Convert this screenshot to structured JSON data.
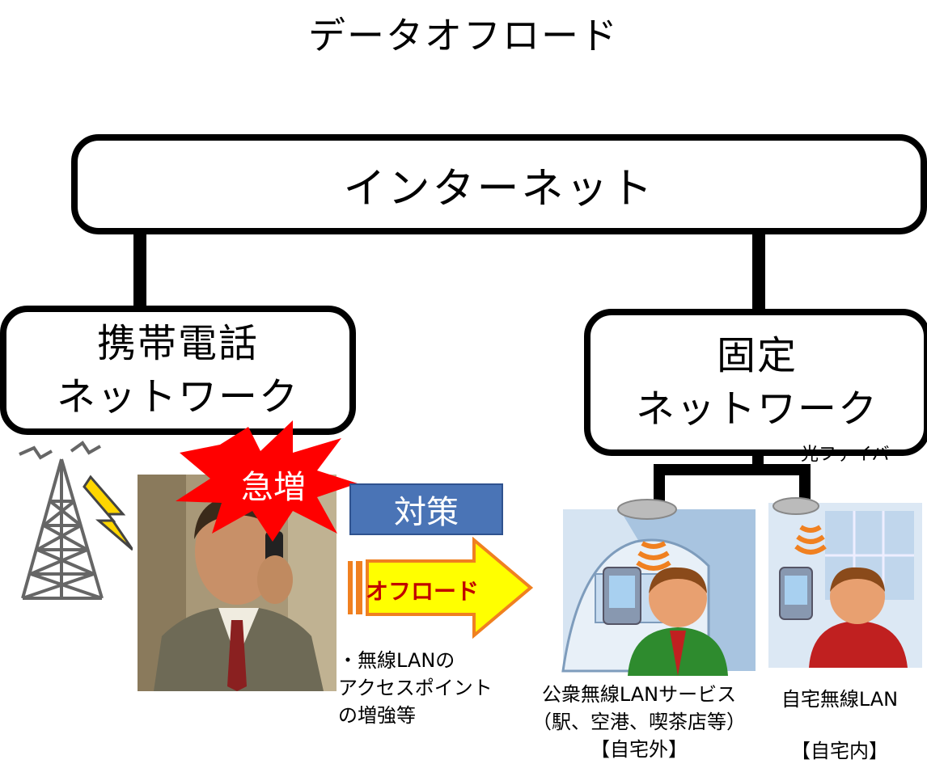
{
  "title": "データオフロード",
  "internet": "インターネット",
  "mobile_network": {
    "line1": "携帯電話",
    "line2": "ネットワーク"
  },
  "fixed_network": {
    "line1": "固定",
    "line2": "ネットワーク"
  },
  "fiber_label": "光ファイバー",
  "surge_label": "急増",
  "countermeasure_label": "対策",
  "offload_label": "オフロード",
  "measure_note": [
    "・無線LANの",
    "アクセスポイント",
    "の増強等"
  ],
  "public_wlan": [
    "公衆無線LANサービス",
    "（駅、空港、喫茶店等）",
    "【自宅外】"
  ],
  "home_wlan": {
    "name": "自宅無線LAN",
    "tag": "【自宅内】"
  },
  "colors": {
    "surge_burst": "#ff0000",
    "countermeasure_box": "#4a74b6",
    "offload_arrow": "#ffff00",
    "offload_text": "#c00000",
    "wifi_waves": "#f08020"
  }
}
